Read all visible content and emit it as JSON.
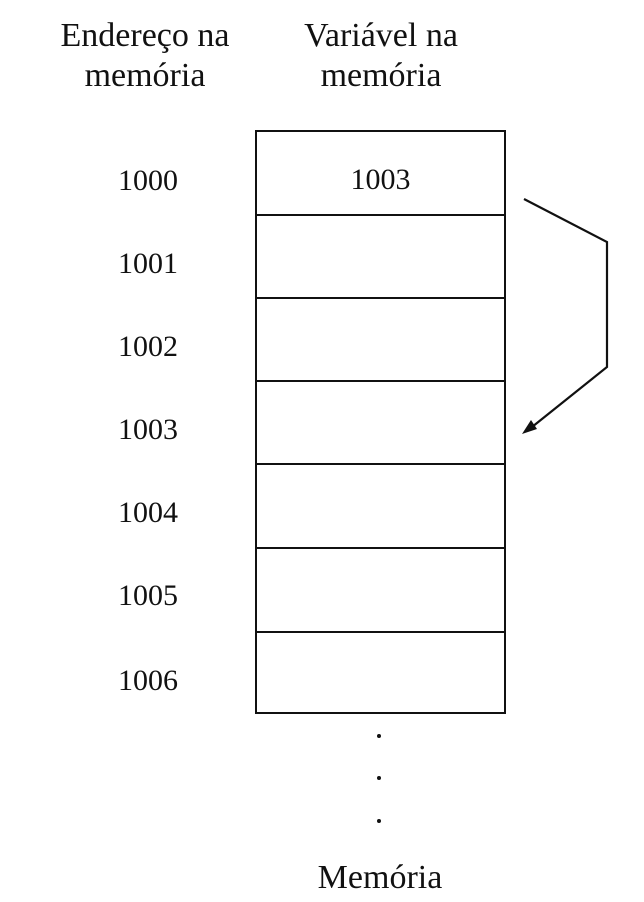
{
  "headers": {
    "address": [
      "Endereço na",
      "memória"
    ],
    "variable": [
      "Variável na",
      "memória"
    ]
  },
  "cells": [
    {
      "address": "1000",
      "content": "1003"
    },
    {
      "address": "1001",
      "content": ""
    },
    {
      "address": "1002",
      "content": ""
    },
    {
      "address": "1003",
      "content": ""
    },
    {
      "address": "1004",
      "content": ""
    },
    {
      "address": "1005",
      "content": ""
    },
    {
      "address": "1006",
      "content": ""
    }
  ],
  "pointer": {
    "from_cell": "1000",
    "to_cell": "1003"
  },
  "caption": "Memória"
}
